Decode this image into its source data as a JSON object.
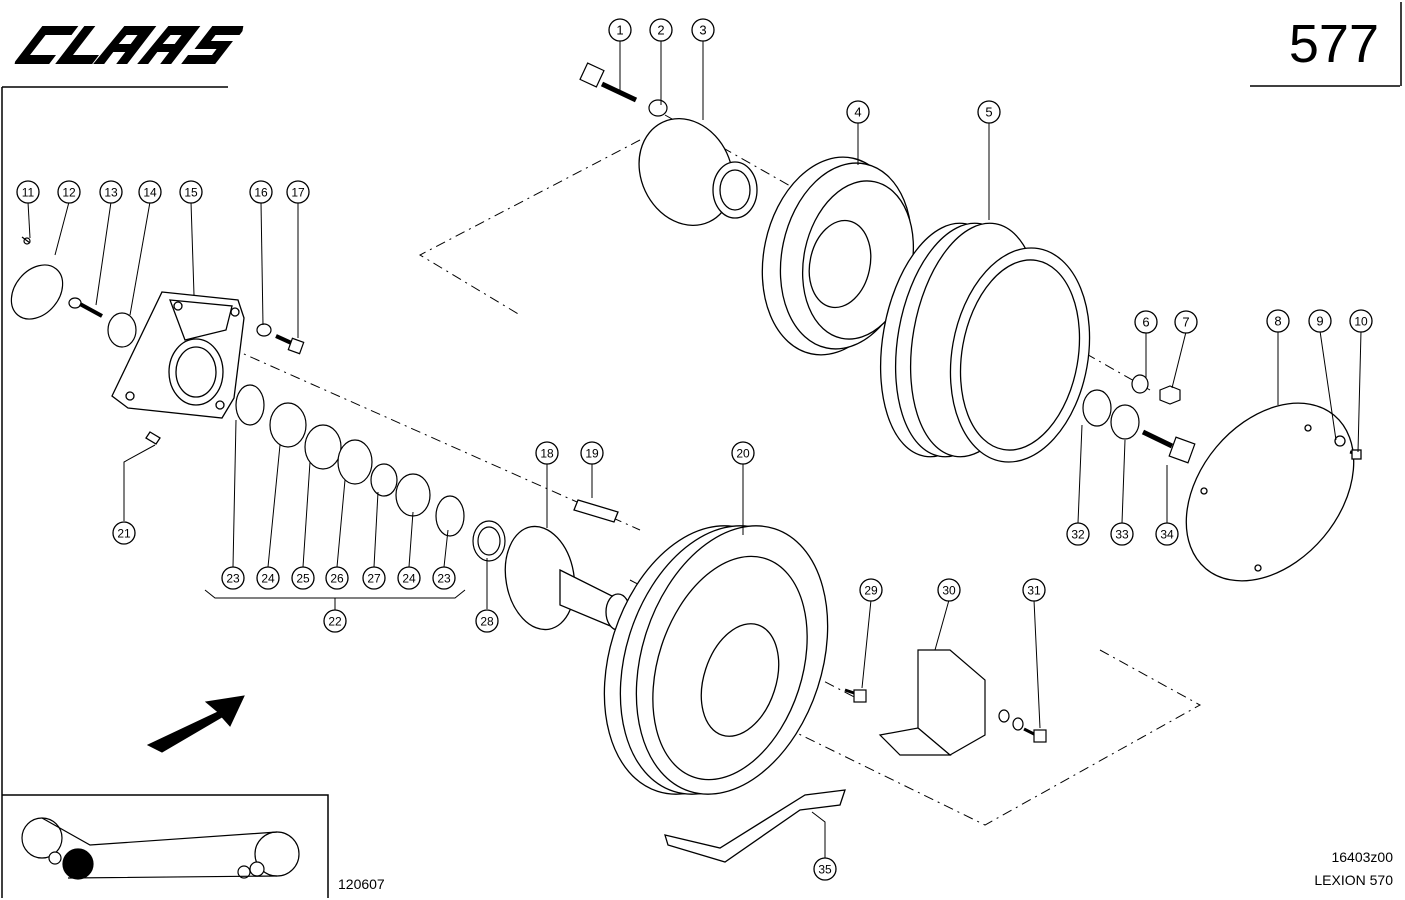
{
  "header": {
    "brand": "CLAAS",
    "page_number": "577"
  },
  "footer": {
    "reference": "120607",
    "drawing_number": "16403z00",
    "model": "LEXION 570"
  },
  "callouts": [
    "1",
    "2",
    "3",
    "4",
    "5",
    "6",
    "7",
    "8",
    "9",
    "10",
    "11",
    "12",
    "13",
    "14",
    "15",
    "16",
    "17",
    "18",
    "19",
    "20",
    "21",
    "22",
    "23",
    "24",
    "25",
    "26",
    "27",
    "28",
    "29",
    "30",
    "31",
    "32",
    "33",
    "34",
    "35"
  ],
  "callout_assembly_extra": [
    "23",
    "24",
    "25",
    "26",
    "27",
    "24",
    "23"
  ]
}
